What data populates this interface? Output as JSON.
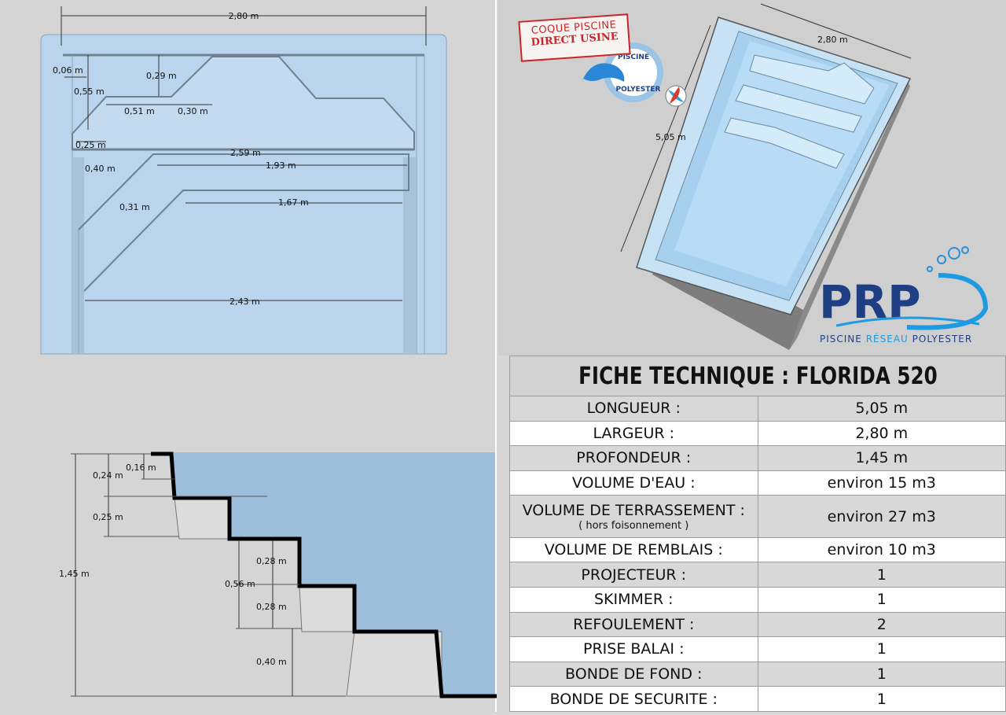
{
  "top_view": {
    "width_total": "2,80 m",
    "labels": {
      "a": "0,06 m",
      "b": "0,55 m",
      "c": "0,29 m",
      "d": "0,51 m",
      "e": "0,30 m",
      "f": "0,25 m",
      "g": "2,59 m",
      "h": "1,93 m",
      "i": "0,40 m",
      "j": "1,67 m",
      "k": "0,31 m",
      "l": "2,43 m"
    }
  },
  "side_view": {
    "labels": {
      "total": "1,45 m",
      "a": "0,16 m",
      "b": "0,24 m",
      "c": "0,25 m",
      "d": "0,28 m",
      "e": "0,56 m",
      "f": "0,28 m",
      "g": "0,40 m"
    }
  },
  "iso_view": {
    "width": "2,80 m",
    "length": "5,05 m"
  },
  "badge": {
    "line1": "COQUE PISCINE",
    "line2": "DIRECT USINE",
    "ring_top": "PISCINE",
    "ring_bottom": "POLYESTER"
  },
  "brand": {
    "logo": "PRP",
    "tagline_1": "PISCINE",
    "tagline_2": "RÉSEAU",
    "tagline_3": "POLYESTER"
  },
  "table": {
    "title": "FICHE TECHNIQUE : FLORIDA 520",
    "rows": [
      {
        "label": "LONGUEUR :",
        "value": "5,05 m"
      },
      {
        "label": "LARGEUR :",
        "value": "2,80 m"
      },
      {
        "label": "PROFONDEUR :",
        "value": "1,45 m"
      },
      {
        "label": "VOLUME D'EAU :",
        "value": "environ 15  m3"
      },
      {
        "label": "VOLUME DE TERRASSEMENT :",
        "sub": "( hors foisonnement )",
        "value": "environ 27 m3"
      },
      {
        "label": "VOLUME DE REMBLAIS :",
        "value": "environ 10 m3"
      },
      {
        "label": "PROJECTEUR :",
        "value": "1"
      },
      {
        "label": "SKIMMER :",
        "value": "1"
      },
      {
        "label": "REFOULEMENT :",
        "value": "2"
      },
      {
        "label": "PRISE BALAI :",
        "value": "1"
      },
      {
        "label": "BONDE DE FOND :",
        "value": "1"
      },
      {
        "label": "BONDE DE SECURITE :",
        "value": "1"
      }
    ]
  },
  "colors": {
    "pool_blue": "#b6d3ec",
    "water_side": "#9fbedb",
    "table_gray": "#d8d8d8",
    "badge_red": "#c8262b",
    "logo_navy": "#1f3f84",
    "logo_cyan": "#1e9be0"
  }
}
